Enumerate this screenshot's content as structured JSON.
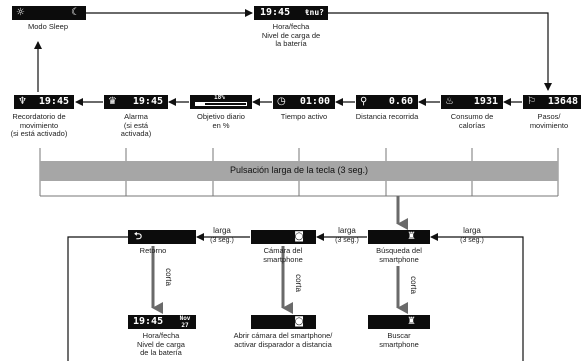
{
  "displays": {
    "sleep": {
      "icon_left": "☼",
      "icon_right": "☾",
      "value": ""
    },
    "time_top": {
      "value": "19:45",
      "extra": "ŧnu?"
    },
    "reminder": {
      "icon": "♆",
      "value": "19:45"
    },
    "alarm": {
      "icon": "♛",
      "value": "19:45"
    },
    "goal": {
      "value": "18%",
      "fill_percent": 18
    },
    "active": {
      "icon": "◷",
      "value": "01:00"
    },
    "distance": {
      "icon": "⚲",
      "value": "0.60"
    },
    "calories": {
      "icon": "♨",
      "value": "1931"
    },
    "steps": {
      "icon": "⚐",
      "value": "13648"
    },
    "back": {
      "icon": "⮌"
    },
    "camera": {
      "icon": "◙"
    },
    "search": {
      "icon": "♜"
    },
    "time_bottom": {
      "value": "19:45",
      "extra": "Nov 27"
    },
    "open_camera": {
      "icon": "◙"
    },
    "find_phone": {
      "icon": "♜"
    }
  },
  "labels": {
    "sleep_mode": "Modo Sleep",
    "time_date_top_1": "Hora/fecha",
    "time_date_top_2": "Nivel de carga de",
    "time_date_top_3": "la batería",
    "reminder_1": "Recordatorio de",
    "reminder_2": "movimiento",
    "reminder_3": "(si está activado)",
    "alarm_1": "Alarma",
    "alarm_2": "(si está",
    "alarm_3": "activada)",
    "goal_1": "Objetivo diario",
    "goal_2": "en %",
    "active_time": "Tiempo activo",
    "distance": "Distancia recorrida",
    "calories_1": "Consumo de",
    "calories_2": "calorías",
    "steps_1": "Pasos/",
    "steps_2": "movimiento",
    "long_press_bar": "Pulsación larga de la tecla (3 seg.)",
    "back": "Retorno",
    "camera_1": "Cámara del",
    "camera_2": "smartphone",
    "search_1": "Búsqueda del",
    "search_2": "smartphone",
    "time_date_bottom_1": "Hora/fecha",
    "time_date_bottom_2": "Nivel de carga",
    "time_date_bottom_3": "de la batería",
    "open_camera_1": "Abrir cámara del smartphone/",
    "open_camera_2": "activar disparador a distancia",
    "find_phone_1": "Buscar",
    "find_phone_2": "smartphone",
    "larga": "larga",
    "three_sec": "(3 seg.)",
    "corta": "corta"
  }
}
